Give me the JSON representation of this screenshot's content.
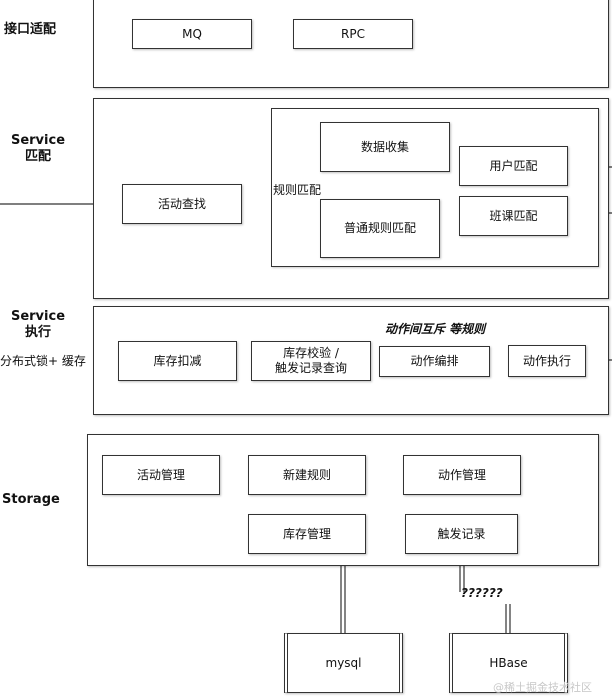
{
  "labels": {
    "interface_layer": "接口适配",
    "service_match_en": "Service",
    "service_match_cn": "匹配",
    "service_exec_en": "Service",
    "service_exec_cn": "执行",
    "storage": "Storage",
    "rule_match": "规则匹配",
    "action_mutex_note": "动作间互斥 等规则",
    "lock_cache": "分布式锁+ 缓存",
    "unknown_store": "??????"
  },
  "interface": {
    "mq": "MQ",
    "rpc": "RPC"
  },
  "service_match": {
    "activity_lookup": "活动查找",
    "data_collection": "数据收集",
    "common_rule_match": "普通规则匹配",
    "user_match": "用户匹配",
    "class_match": "班课匹配"
  },
  "service_exec": {
    "inventory_deduct": "库存扣减",
    "inventory_check_line1": "库存校验 /",
    "inventory_check_line2": "触发记录查询",
    "action_schedule": "动作编排",
    "action_execute": "动作执行"
  },
  "storage": {
    "activity_manage": "活动管理",
    "new_rule": "新建规则",
    "action_manage": "动作管理",
    "inventory_manage": "库存管理",
    "trigger_record": "触发记录"
  },
  "databases": {
    "mysql": "mysql",
    "hbase": "HBase"
  },
  "watermark": "@稀土掘金技术社区"
}
